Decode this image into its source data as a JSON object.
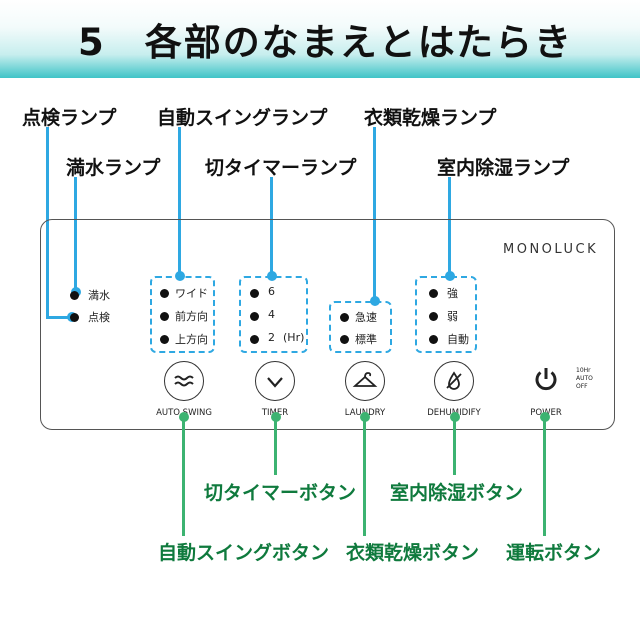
{
  "title": "5　各部のなまえとはたらき",
  "brand": "MONOLUCK",
  "lamp_labels": {
    "check": "点検ランプ",
    "full": "満水ランプ",
    "swing": "自動スイングランプ",
    "timer": "切タイマーランプ",
    "laundry": "衣類乾燥ランプ",
    "mode": "室内除湿ランプ"
  },
  "indicators": {
    "full": "満水",
    "check": "点検",
    "swing": [
      "ワイド",
      "前方向",
      "上方向"
    ],
    "timer": [
      "6",
      "4",
      "2"
    ],
    "timer_unit": "(Hr)",
    "laundry": [
      "急速",
      "標準"
    ],
    "mode": [
      "強",
      "弱",
      "自動"
    ]
  },
  "panel_buttons": {
    "swing": "AUTO SWING",
    "timer": "TIMER",
    "laundry": "LAUNDRY",
    "dehumidify": "DEHUMIDIFY",
    "power": "POWER",
    "power_note": [
      "10Hr",
      "AUTO",
      "OFF"
    ]
  },
  "button_labels": {
    "timer": "切タイマーボタン",
    "dehumidify": "室内除湿ボタン",
    "swing": "自動スイングボタン",
    "laundry": "衣類乾燥ボタン",
    "power": "運転ボタン"
  },
  "colors": {
    "lamp_callout": "#2ea8e2",
    "button_callout": "#3cb371",
    "button_label_text": "#0f7a3d",
    "header_accent": "#3fc4c7"
  },
  "icons": [
    "waves-icon",
    "check-chevron-icon",
    "hanger-icon",
    "no-drop-icon",
    "power-icon"
  ]
}
